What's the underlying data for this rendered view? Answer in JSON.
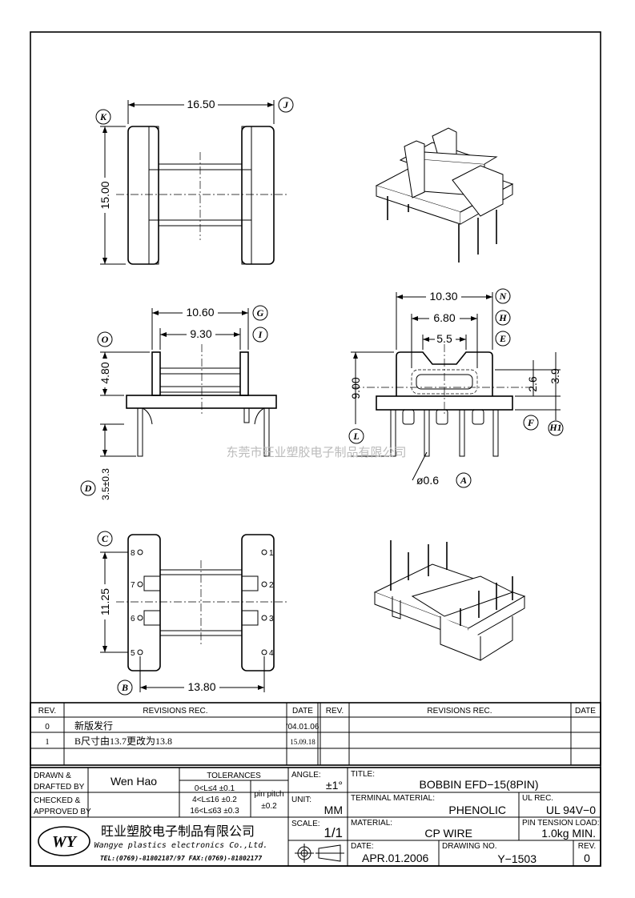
{
  "drawing": {
    "top_view": {
      "width_dim": "16.50",
      "height_dim": "15.00",
      "label_left": "K",
      "label_right": "J"
    },
    "side_view": {
      "dim_outer": "10.60",
      "dim_inner": "9.30",
      "dim_height": "4.80",
      "dim_pin": "3.5±0.3",
      "label_outer": "G",
      "label_inner": "I",
      "label_height": "O",
      "label_pin": "D"
    },
    "front_view": {
      "dim_outer": "10.30",
      "dim_mid": "6.80",
      "dim_inner": "5.5",
      "dim_height": "9.00",
      "dim_slot": "2.6",
      "dim_base": "3.9",
      "dim_pin_dia": "ø0.6",
      "label_outer": "N",
      "label_mid": "H",
      "label_inner": "E",
      "label_height": "L",
      "label_slot": "F",
      "label_base": "H1",
      "label_pin": "A"
    },
    "bottom_view": {
      "dim_height": "11.25",
      "dim_width": "13.80",
      "label_height": "C",
      "label_width": "B",
      "pins": [
        "1",
        "2",
        "3",
        "4",
        "5",
        "6",
        "7",
        "8"
      ]
    },
    "watermark": "东莞市旺业塑胶电子制品有限公司"
  },
  "revisions": {
    "headers": {
      "rev": "REV.",
      "rec": "REVISIONS   REC.",
      "date": "DATE"
    },
    "rows": [
      {
        "rev": "0",
        "rec": "新版发行",
        "date": "'04.01.06"
      },
      {
        "rev": "1",
        "rec": "B尺寸由13.7更改为13.8",
        "date": "15.09.18"
      }
    ]
  },
  "title_block": {
    "drawn_label_1": "DRAWN &",
    "drawn_label_2": "DRAFTED BY",
    "drawn_by": "Wen Hao",
    "checked_label_1": "CHECKED &",
    "checked_label_2": "APPROVED BY",
    "tolerances_label": "TOLERANCES",
    "tolerances": [
      "0<L≤4   ±0.1",
      "4<L≤16  ±0.2",
      "16<L≤63  ±0.3"
    ],
    "pin_pitch_label": "pin pitch",
    "pin_pitch": "±0.2",
    "angle_label": "ANGLE:",
    "angle": "±1°",
    "unit_label": "UNIT:",
    "unit": "MM",
    "scale_label": "SCALE:",
    "scale": "1/1",
    "title_label": "TITLE:",
    "title": "BOBBIN    EFD−15(8PIN)",
    "terminal_material_label": "TERMINAL MATERIAL:",
    "terminal_material": "PHENOLIC",
    "ul_rec_label": "UL REC.",
    "ul_rec": "UL 94V−0",
    "material_label": "MATERIAL:",
    "material": "CP WIRE",
    "pin_tension_label": "PIN TENSION LOAD:",
    "pin_tension": "1.0kg MIN.",
    "date_label": "DATE:",
    "date": "APR.01.2006",
    "drawing_no_label": "DRAWING NO.",
    "drawing_no": "Y−1503",
    "rev_label": "REV.",
    "rev": "0",
    "company_logo": "WY",
    "company_cn": "旺业塑胶电子制品有限公司",
    "company_en": "Wangye plastics electronics Co.,Ltd.",
    "contact": "TEL:(0769)-81802187/97  FAX:(0769)-81802177"
  }
}
